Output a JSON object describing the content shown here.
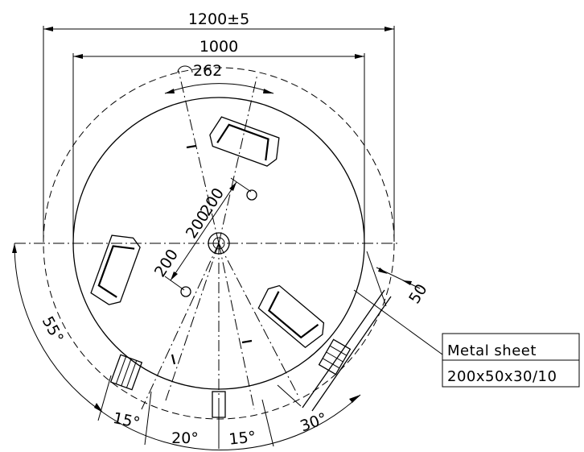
{
  "dimensions": {
    "outer_width": "1200±5",
    "inner_width": "1000",
    "arc_length": "262",
    "spacing_1": "200",
    "spacing_2": "200",
    "spacing_3": "200",
    "sheet_width": "50"
  },
  "angles": {
    "left_arc": "55°",
    "seg_a": "15°",
    "seg_b": "20°",
    "seg_c": "15°",
    "seg_d": "30°"
  },
  "callout": {
    "line1": "Metal sheet",
    "line2": "200x50x30/10"
  }
}
